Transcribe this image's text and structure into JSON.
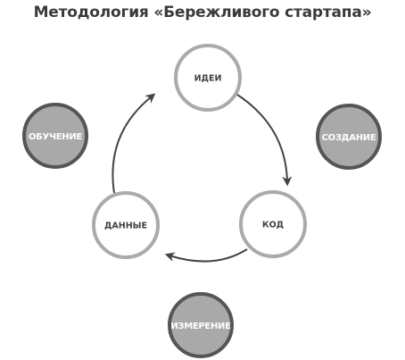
{
  "title": "Методология «Бережливого стартапа»",
  "cycle_nodes": [
    {
      "id": "ideas",
      "label": "ИДЕИ"
    },
    {
      "id": "code",
      "label": "КОД"
    },
    {
      "id": "data",
      "label": "ДАННЫЕ"
    }
  ],
  "phase_nodes": [
    {
      "id": "build",
      "label": "СОЗДАНИЕ"
    },
    {
      "id": "measure",
      "label": "ИЗМЕРЕНИЕ"
    },
    {
      "id": "learn",
      "label": "ОБУЧЕНИЕ"
    }
  ],
  "colors": {
    "cycle_fill": "#ffffff",
    "cycle_stroke": "#aaaaaa",
    "phase_fill": "#a9a9a9",
    "phase_stroke": "#555555",
    "arrow": "#444444",
    "title": "#3a3a3a"
  }
}
